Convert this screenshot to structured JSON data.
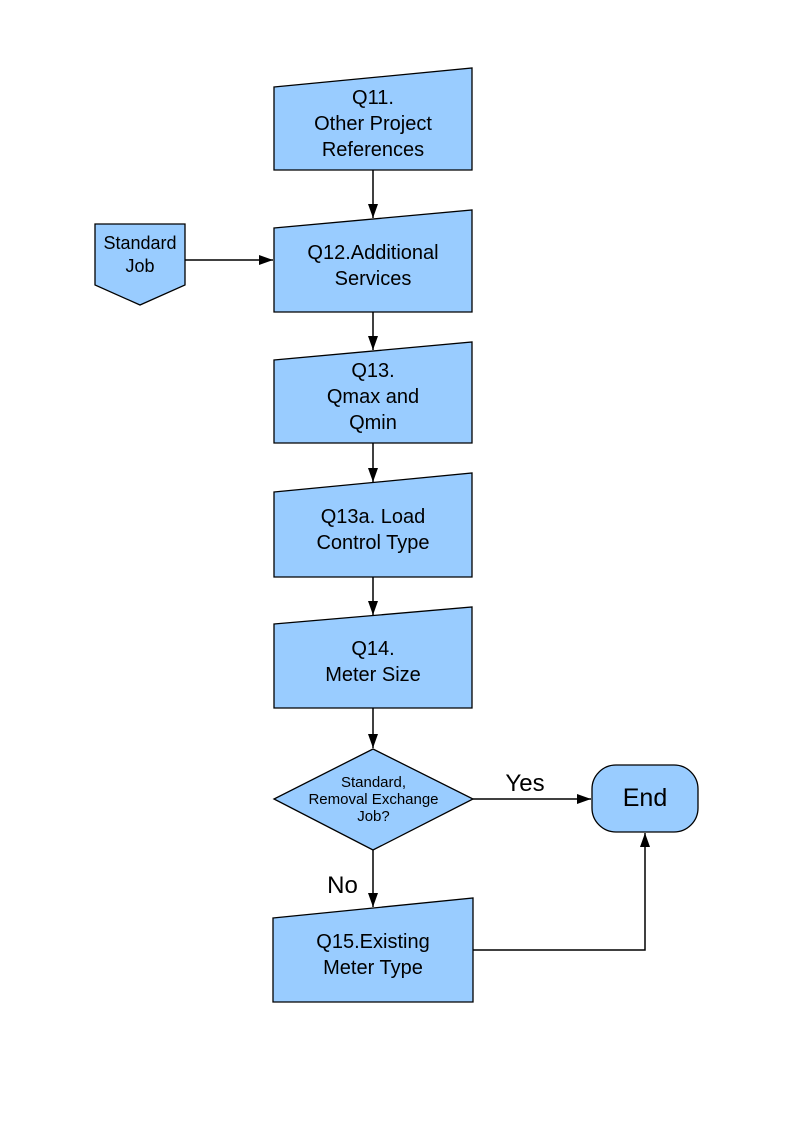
{
  "colors": {
    "page_bg": "#ffffff",
    "shape_fill": "#99CCFF",
    "shape_stroke": "#000000",
    "connector": "#000000",
    "text": "#000000"
  },
  "flowchart": {
    "nodes": {
      "q11": {
        "type": "process",
        "label": "Q11.\nOther Project\nReferences"
      },
      "standard_job": {
        "type": "off-page-connector",
        "label": "Standard\nJob"
      },
      "q12": {
        "type": "process",
        "label": "Q12.Additional\nServices"
      },
      "q13": {
        "type": "process",
        "label": "Q13.\nQmax and\nQmin"
      },
      "q13a": {
        "type": "process",
        "label": "Q13a. Load\nControl Type"
      },
      "q14": {
        "type": "process",
        "label": "Q14.\nMeter Size"
      },
      "decision": {
        "type": "decision",
        "label": "Standard,\nRemoval Exchange\nJob?"
      },
      "end": {
        "type": "terminator",
        "label": "End"
      },
      "q15": {
        "type": "process",
        "label": "Q15.Existing\nMeter Type"
      }
    },
    "edge_labels": {
      "yes": "Yes",
      "no": "No"
    },
    "connections": [
      {
        "from": "q11",
        "to": "q12",
        "label": ""
      },
      {
        "from": "standard_job",
        "to": "q12",
        "label": ""
      },
      {
        "from": "q12",
        "to": "q13",
        "label": ""
      },
      {
        "from": "q13",
        "to": "q13a",
        "label": ""
      },
      {
        "from": "q13a",
        "to": "q14",
        "label": ""
      },
      {
        "from": "q14",
        "to": "decision",
        "label": ""
      },
      {
        "from": "decision",
        "to": "end",
        "label": "Yes"
      },
      {
        "from": "decision",
        "to": "q15",
        "label": "No"
      },
      {
        "from": "q15",
        "to": "end",
        "label": ""
      }
    ]
  }
}
